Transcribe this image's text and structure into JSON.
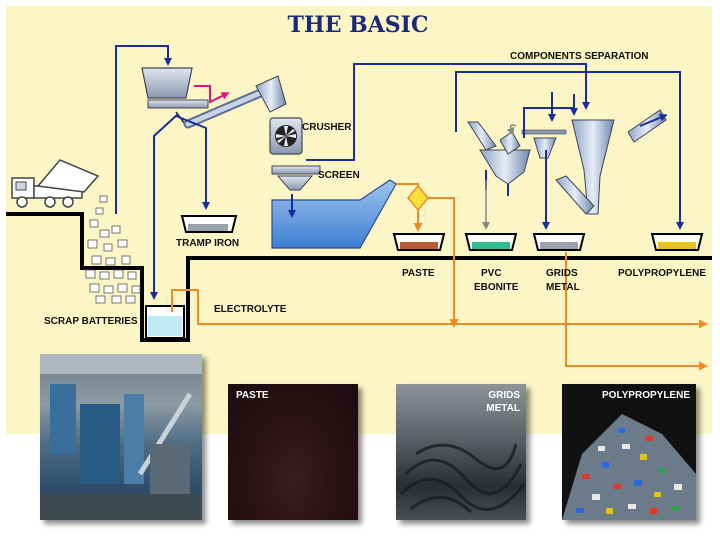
{
  "title": "THE BASIC",
  "labels": {
    "components_separation": "COMPONENTS SEPARATION",
    "crusher": "CRUSHER",
    "screen": "SCREEN",
    "tramp_iron": "TRAMP IRON",
    "scrap_batteries": "SCRAP BATTERIES",
    "electrolyte": "ELECTROLYTE",
    "paste": "PASTE",
    "pvc": "PVC",
    "ebonite": "EBONITE",
    "grids": "GRIDS",
    "metal": "METAL",
    "polypropylene": "POLYPROPYLENE"
  },
  "photos": {
    "paste_caption": "PASTE",
    "grids_caption_1": "GRIDS",
    "grids_caption_2": "METAL",
    "polypropylene_caption": "POLYPROPYLENE"
  },
  "colors": {
    "background": "#fcf6c6",
    "flow_blue": "#1a2d9a",
    "flow_orange": "#f08a24",
    "flow_magenta": "#e0147a",
    "paste_fill": "#b85a32",
    "pvc_fill": "#2fbf8e",
    "grids_fill": "#9aa3ad",
    "polypropylene_fill": "#e8c21a",
    "title_color": "#1b2a78"
  }
}
